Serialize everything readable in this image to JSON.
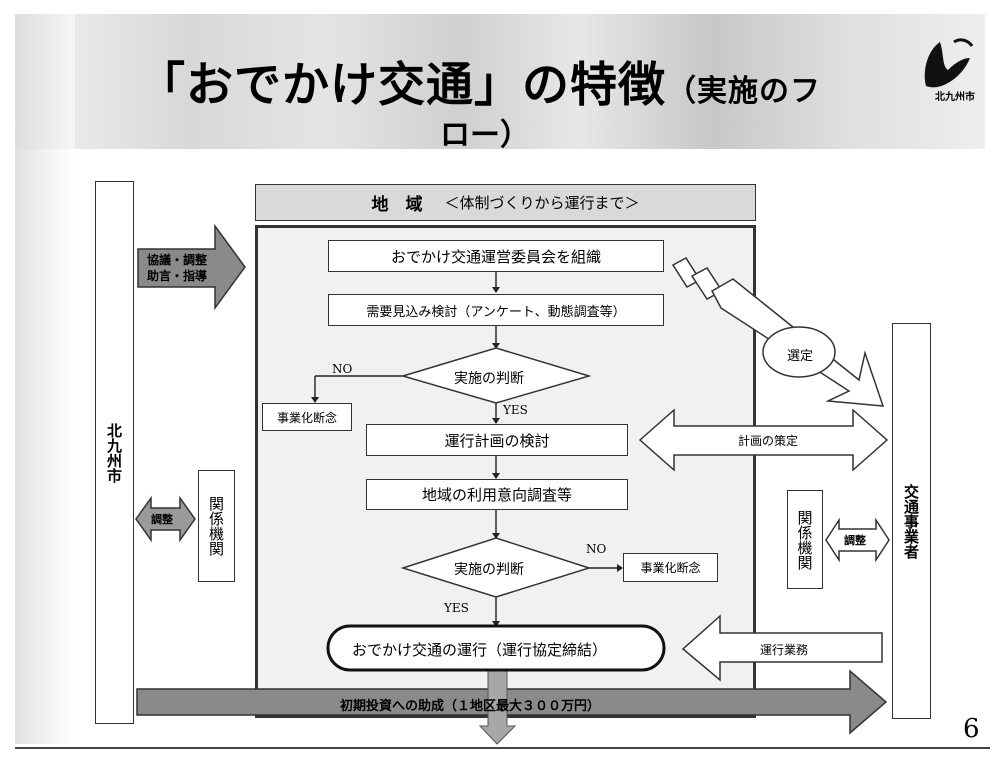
{
  "title": {
    "main": "「おでかけ交通」の特徴",
    "sub_line1": "（実施のフ",
    "sub_line2": "ロー）"
  },
  "logo": {
    "text": "北九州市",
    "icon": "kitakyushu-logo-icon"
  },
  "left_column": {
    "label": "北九州市"
  },
  "right_column": {
    "label": "交通事業者"
  },
  "region_header": {
    "title": "地　域",
    "subtitle": "＜体制づくりから運行まで＞"
  },
  "arrows": {
    "consult": "協議・調整\n助言・指導",
    "adjust_left": "調整",
    "adjust_right": "調整",
    "selection": "選定",
    "plan_formulation": "計画の策定",
    "operation_work": "運行業務",
    "subsidy": "初期投資への助成（１地区最大３００万円）"
  },
  "related_left": "関係機関",
  "related_right": "関係機関",
  "flow": {
    "step1": "おでかけ交通運営委員会を組織",
    "step2": "需要見込み検討（アンケート、動態調査等）",
    "decision1": "実施の判断",
    "no1": "NO",
    "yes1": "YES",
    "abandon1": "事業化断念",
    "step3": "運行計画の検討",
    "step4": "地域の利用意向調査等",
    "decision2": "実施の判断",
    "no2": "NO",
    "yes2": "YES",
    "abandon2": "事業化断念",
    "step5": "おでかけ交通の運行（運行協定締結）"
  },
  "page_number": "6",
  "colors": {
    "arrow_fill": "#8a8a8a",
    "header_fill": "#d9d9d9",
    "panel_fill": "#f1f1f1",
    "line": "#333333"
  }
}
